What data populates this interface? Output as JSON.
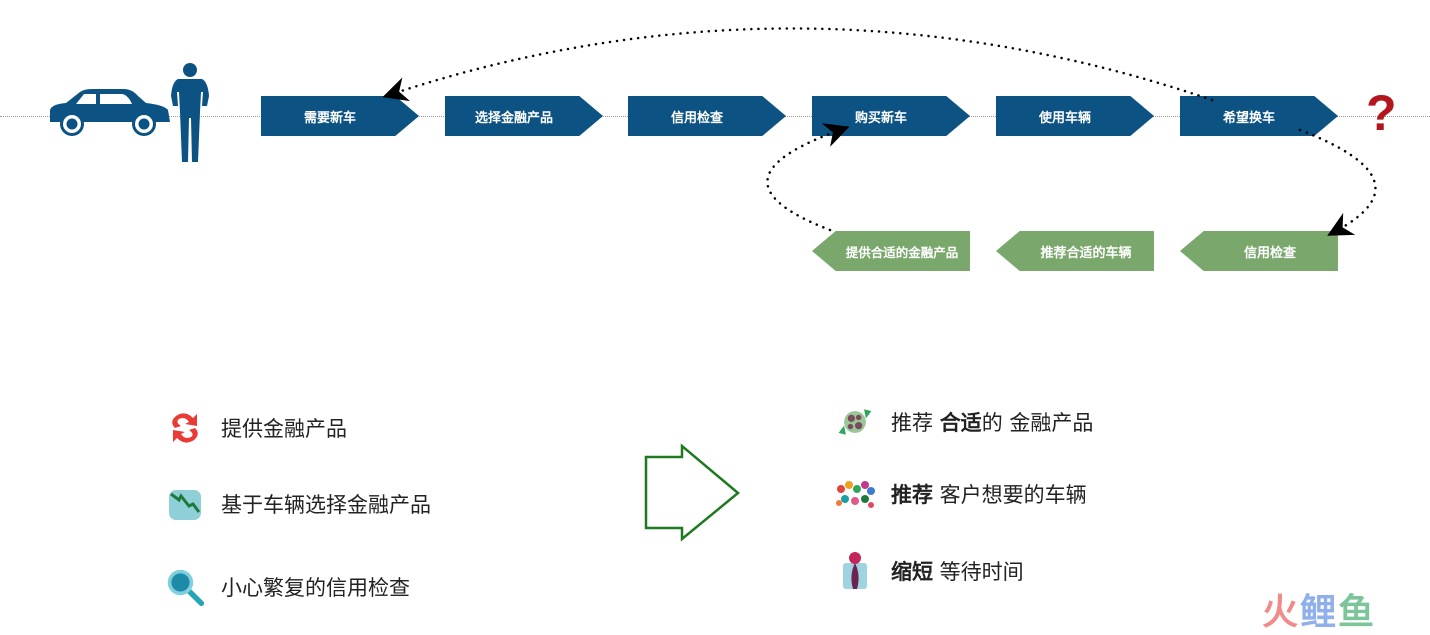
{
  "colors": {
    "forward_step": "#0c5282",
    "return_step": "#7aa86c",
    "question": "#b3161c",
    "big_arrow": "#1e7a1e"
  },
  "icons": {
    "car": "car-icon",
    "person": "person-icon"
  },
  "forward_steps": [
    {
      "label": "需要新车"
    },
    {
      "label": "选择金融产品"
    },
    {
      "label": "信用检查"
    },
    {
      "label": "购买新车"
    },
    {
      "label": "使用车辆"
    },
    {
      "label": "希望换车"
    }
  ],
  "question_mark": "?",
  "return_steps": [
    {
      "label": "信用检查"
    },
    {
      "label": "推荐合适的车辆"
    },
    {
      "label": "提供合适的金融产品"
    }
  ],
  "left_list": [
    {
      "icon": "exchange-icon",
      "text": "提供金融产品"
    },
    {
      "icon": "chart-decline-icon",
      "text": "基于车辆选择金融产品"
    },
    {
      "icon": "magnifier-icon",
      "text": "小心繁复的信用检查"
    }
  ],
  "right_list": [
    {
      "icon": "candy-icon",
      "pre": "推荐 ",
      "bold": "合适",
      "post": "的 金融产品"
    },
    {
      "icon": "crowd-icon",
      "pre": "",
      "bold": "推荐",
      "post": " 客户想要的车辆"
    },
    {
      "icon": "gift-icon",
      "pre": "",
      "bold": "缩短",
      "post": " 等待时间"
    }
  ],
  "watermark": {
    "part1": "火",
    "part2": "鲤",
    "part3": "鱼"
  }
}
